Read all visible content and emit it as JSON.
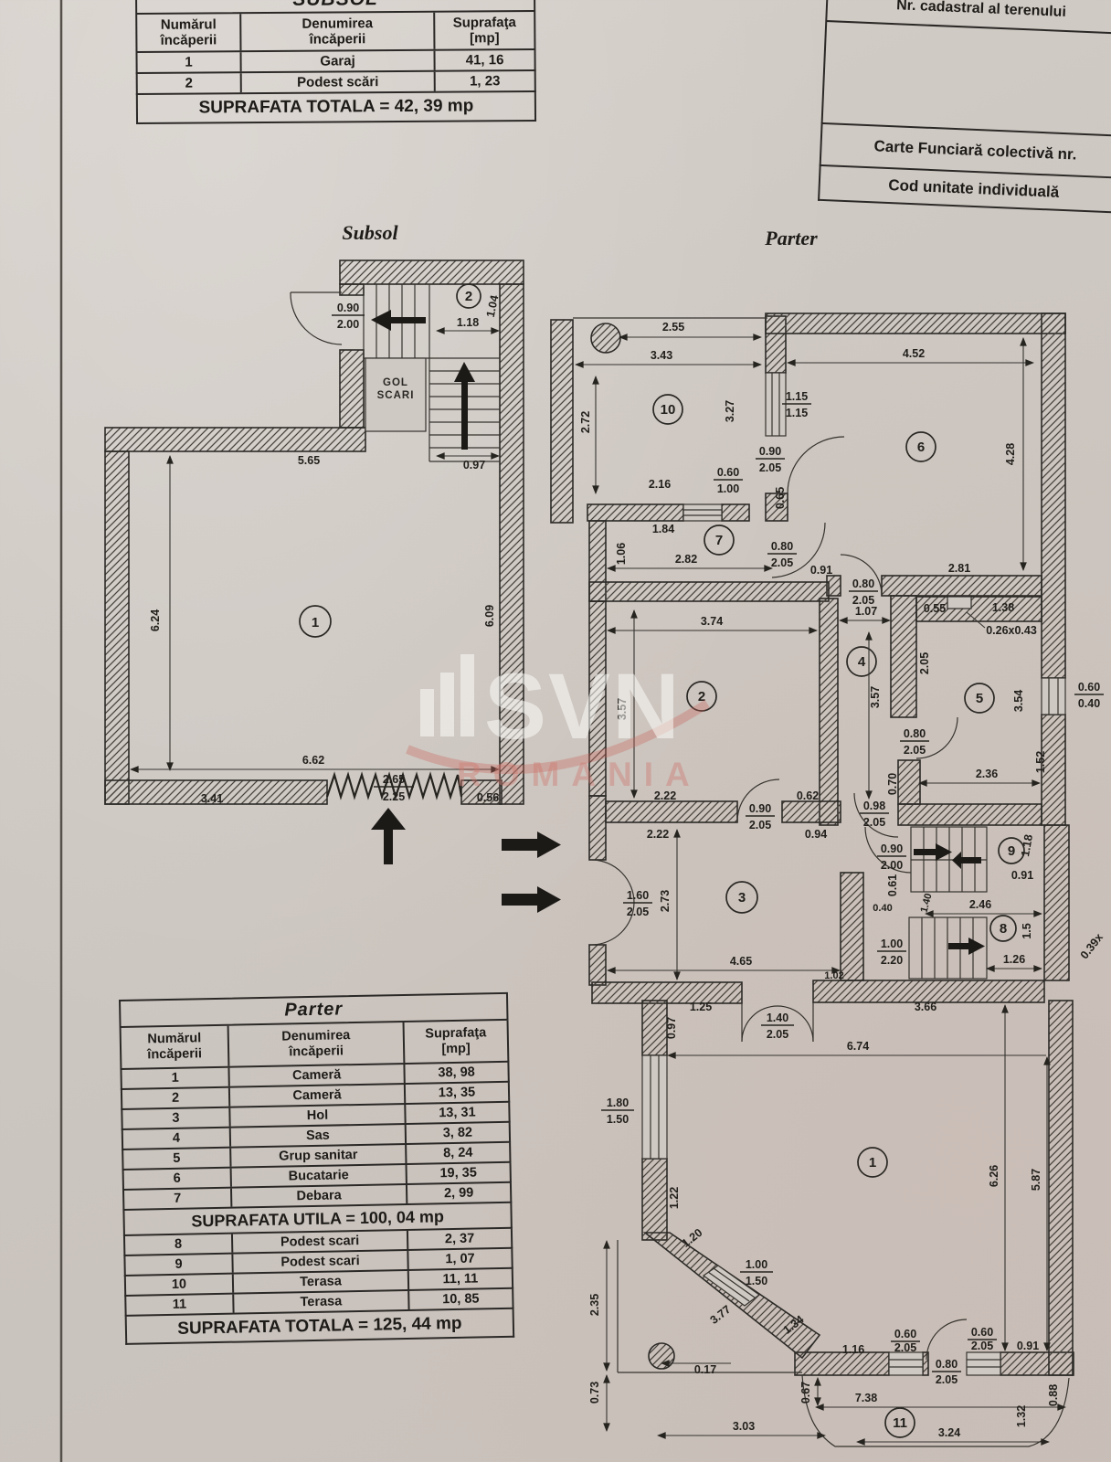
{
  "plan_titles": {
    "subsol": "Subsol",
    "parter": "Parter"
  },
  "watermark": {
    "brand": "SVN",
    "country": "ROMANIA"
  },
  "corner_table": {
    "row1": "Nr. cadastral al terenului",
    "row2": "Carte Funciară colectivă nr.",
    "row3": "Cod unitate individuală"
  },
  "subsol_table": {
    "title": "SUBSOL",
    "h1a": "Numărul",
    "h1b": "încăperii",
    "h2a": "Denumirea",
    "h2b": "încăperii",
    "h3a": "Suprafaţa",
    "h3b": "[mp]",
    "rows": [
      {
        "num": "1",
        "name": "Garaj",
        "area": "41, 16"
      },
      {
        "num": "2",
        "name": "Podest scări",
        "area": "1, 23"
      }
    ],
    "total": "SUPRAFATA TOTALA  =  42, 39 mp"
  },
  "parter_table": {
    "title": "Parter",
    "h1a": "Numărul",
    "h1b": "încăperii",
    "h2a": "Denumirea",
    "h2b": "încăperii",
    "h3a": "Suprafaţa",
    "h3b": "[mp]",
    "rows": [
      {
        "num": "1",
        "name": "Cameră",
        "area": "38, 98"
      },
      {
        "num": "2",
        "name": "Cameră",
        "area": "13, 35"
      },
      {
        "num": "3",
        "name": "Hol",
        "area": "13, 31"
      },
      {
        "num": "4",
        "name": "Sas",
        "area": "3, 82"
      },
      {
        "num": "5",
        "name": "Grup sanitar",
        "area": "8, 24"
      },
      {
        "num": "6",
        "name": "Bucatarie",
        "area": "19, 35"
      },
      {
        "num": "7",
        "name": "Debara",
        "area": "2, 99"
      }
    ],
    "utila": "SUPRAFATA UTILA  =  100, 04 mp",
    "rows2": [
      {
        "num": "8",
        "name": "Podest scari",
        "area": "2, 37"
      },
      {
        "num": "9",
        "name": "Podest scari",
        "area": "1, 07"
      },
      {
        "num": "10",
        "name": "Terasa",
        "area": "11, 11"
      },
      {
        "num": "11",
        "name": "Terasa",
        "area": "10, 85"
      }
    ],
    "total": "SUPRAFATA TOTALA = 125, 44 mp"
  },
  "subsol_plan": {
    "room1": "1",
    "room2": "2",
    "gol1": "GOL",
    "gol2": "SCARI",
    "door": {
      "t": "0.90",
      "b": "2.00"
    },
    "gdoor": {
      "t": "2.65",
      "b": "2.25"
    },
    "d118": "1.18",
    "d104": "1.04",
    "d097": "0.97",
    "d565": "5.65",
    "d624": "6.24",
    "d609": "6.09",
    "d662": "6.62",
    "d341": "3.41",
    "d056": "0.56"
  },
  "parter_plan": {
    "t10": {
      "num": "10",
      "d255": "2.55",
      "d343": "3.43",
      "d272": "2.72",
      "d327": "3.27",
      "d216": "2.16",
      "dstep": {
        "t": "0.60",
        "b": "1.00"
      },
      "dwin": {
        "t": "1.15",
        "b": "1.15"
      },
      "ddoor": {
        "t": "0.90",
        "b": "2.05"
      },
      "d065": "0.65"
    },
    "k6": {
      "num": "6",
      "d452": "4.52",
      "d428": "4.28",
      "d281": "2.81"
    },
    "d7": {
      "num": "7",
      "d184": "1.84",
      "d106": "1.06",
      "d282": "2.82",
      "door": {
        "t": "0.80",
        "b": "2.05"
      },
      "d091": "0.91"
    },
    "r2": {
      "num": "2",
      "d374": "3.74",
      "d357": "3.57",
      "d222a": "2.22",
      "d222b": "2.22",
      "door": {
        "t": "0.90",
        "b": "2.05"
      },
      "d062": "0.62",
      "d094": "0.94"
    },
    "s4": {
      "num": "4",
      "d107": "1.07",
      "d357": "3.57",
      "doortop": {
        "t": "0.80",
        "b": "2.05"
      },
      "d070": "0.70",
      "doorbot": {
        "t": "0.98",
        "b": "2.05"
      }
    },
    "b5": {
      "num": "5",
      "d055": "0.55",
      "d138": "1.38",
      "niche": "0.26x0.43",
      "d205": "2.05",
      "d354": "3.54",
      "win": {
        "t": "0.60",
        "b": "0.40"
      },
      "door": {
        "t": "0.80",
        "b": "2.05"
      },
      "d236": "2.36",
      "d152": "1.52"
    },
    "h3": {
      "num": "3",
      "door": {
        "t": "1.60",
        "b": "2.05"
      },
      "d273": "2.73",
      "d465": "4.65",
      "d102": "1.02"
    },
    "st9": {
      "num": "9",
      "door": {
        "t": "0.90",
        "b": "2.00"
      },
      "d118": "1.18",
      "d091": "0.91",
      "d246": "2.46",
      "d061": "0.61",
      "d040": "0.40",
      "d140": "1.40"
    },
    "st8": {
      "num": "8",
      "d15": "1.5",
      "d126": "1.26",
      "door": {
        "t": "1.00",
        "b": "2.20"
      },
      "d039": "0.39x"
    },
    "r1": {
      "num": "1",
      "d125": "1.25",
      "d097": "0.97",
      "door": {
        "t": "1.40",
        "b": "2.05"
      },
      "d366": "3.66",
      "d674": "6.74",
      "winl": {
        "t": "1.80",
        "b": "1.50"
      },
      "d122": "1.22",
      "d120": "1.20",
      "wind": {
        "t": "1.00",
        "b": "1.50"
      },
      "d377": "3.77",
      "d134": "1.34",
      "d235": "2.35",
      "d017": "0.17",
      "d073": "0.73",
      "d303": "3.03",
      "d067": "0.67",
      "d116": "1.16",
      "winb1": {
        "t": "0.60",
        "b": "2.05"
      },
      "doorb": {
        "t": "0.80",
        "b": "2.05"
      },
      "winb2": {
        "t": "0.60",
        "b": "2.05"
      },
      "d091": "0.91",
      "d626": "6.26",
      "d587": "5.87",
      "d738": "7.38",
      "d132": "1.32",
      "d088": "0.88"
    },
    "t11": {
      "num": "11",
      "d324": "3.24"
    }
  }
}
